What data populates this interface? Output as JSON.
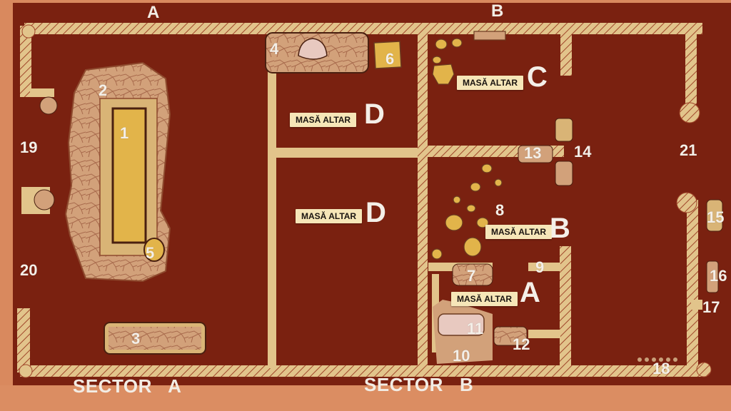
{
  "top_labels": {
    "left": "A",
    "right": "B"
  },
  "sector_labels": {
    "left": "SECTOR   A",
    "right": "SECTOR   B"
  },
  "altar_label_text": "MASĂ ALTAR",
  "altar_letters": {
    "upper_right": "C",
    "upper_middle": "D",
    "lower_middle": "D",
    "middle_right": "B",
    "lower_right": "A"
  },
  "feature_numbers": [
    "1",
    "2",
    "3",
    "4",
    "5",
    "6",
    "7",
    "8",
    "9",
    "10",
    "11",
    "12",
    "13",
    "14",
    "15",
    "16",
    "17",
    "18",
    "19",
    "20",
    "21"
  ],
  "colors": {
    "board": "#7a2110",
    "wall": "#e2c48b",
    "stone": "#d2a17a",
    "background": "#d9895e",
    "label": "#f6e6b8"
  }
}
